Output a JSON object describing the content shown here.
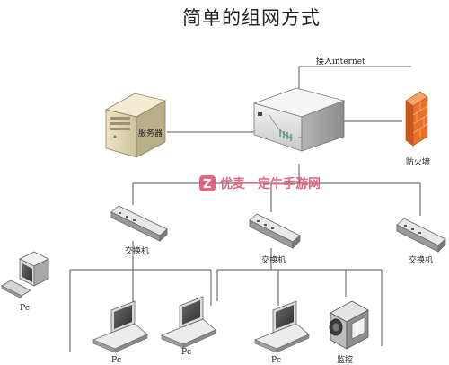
{
  "title": "简单的组网方式",
  "labels": {
    "internet": "接入internet",
    "server": "服务器",
    "firewall": "防火墙",
    "switch1": "交换机",
    "switch2": "交换机",
    "switch3": "交换机",
    "pc_desktop": "Pc",
    "pc_laptop1": "Pc",
    "pc_laptop2": "Pc",
    "pc_laptop3": "Pc",
    "camera": "监控"
  },
  "watermark": {
    "logo": "Z",
    "text": "优麦一定牛手游网"
  },
  "colors": {
    "line": "#555555",
    "firewall": "#e8702a",
    "watermark": "#e05a78"
  }
}
